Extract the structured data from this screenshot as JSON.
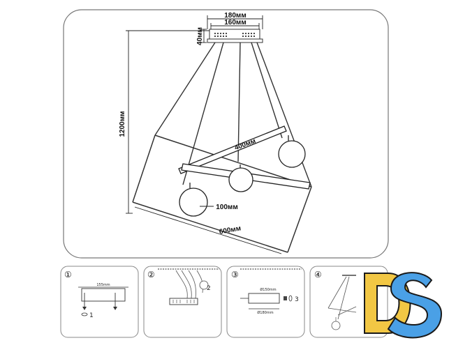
{
  "main_diagram": {
    "dims": {
      "top_outer": "180мм",
      "top_inner": "160мм",
      "canopy_height": "40мм",
      "total_height": "1200мм",
      "bar_length": "400мм",
      "globe_diameter": "100мм",
      "overall_length": "600мм"
    }
  },
  "steps": [
    {
      "number": "①",
      "top_label": "155mm",
      "callout": "1"
    },
    {
      "number": "②",
      "callout": "2"
    },
    {
      "number": "③",
      "top_label": "Ø150mm",
      "bottom_label": "Ø180mm",
      "callout": "3"
    },
    {
      "number": "④"
    }
  ],
  "logo": {
    "text": "DS",
    "colors": {
      "d": "#f2c744",
      "s": "#4aa0e6"
    }
  }
}
